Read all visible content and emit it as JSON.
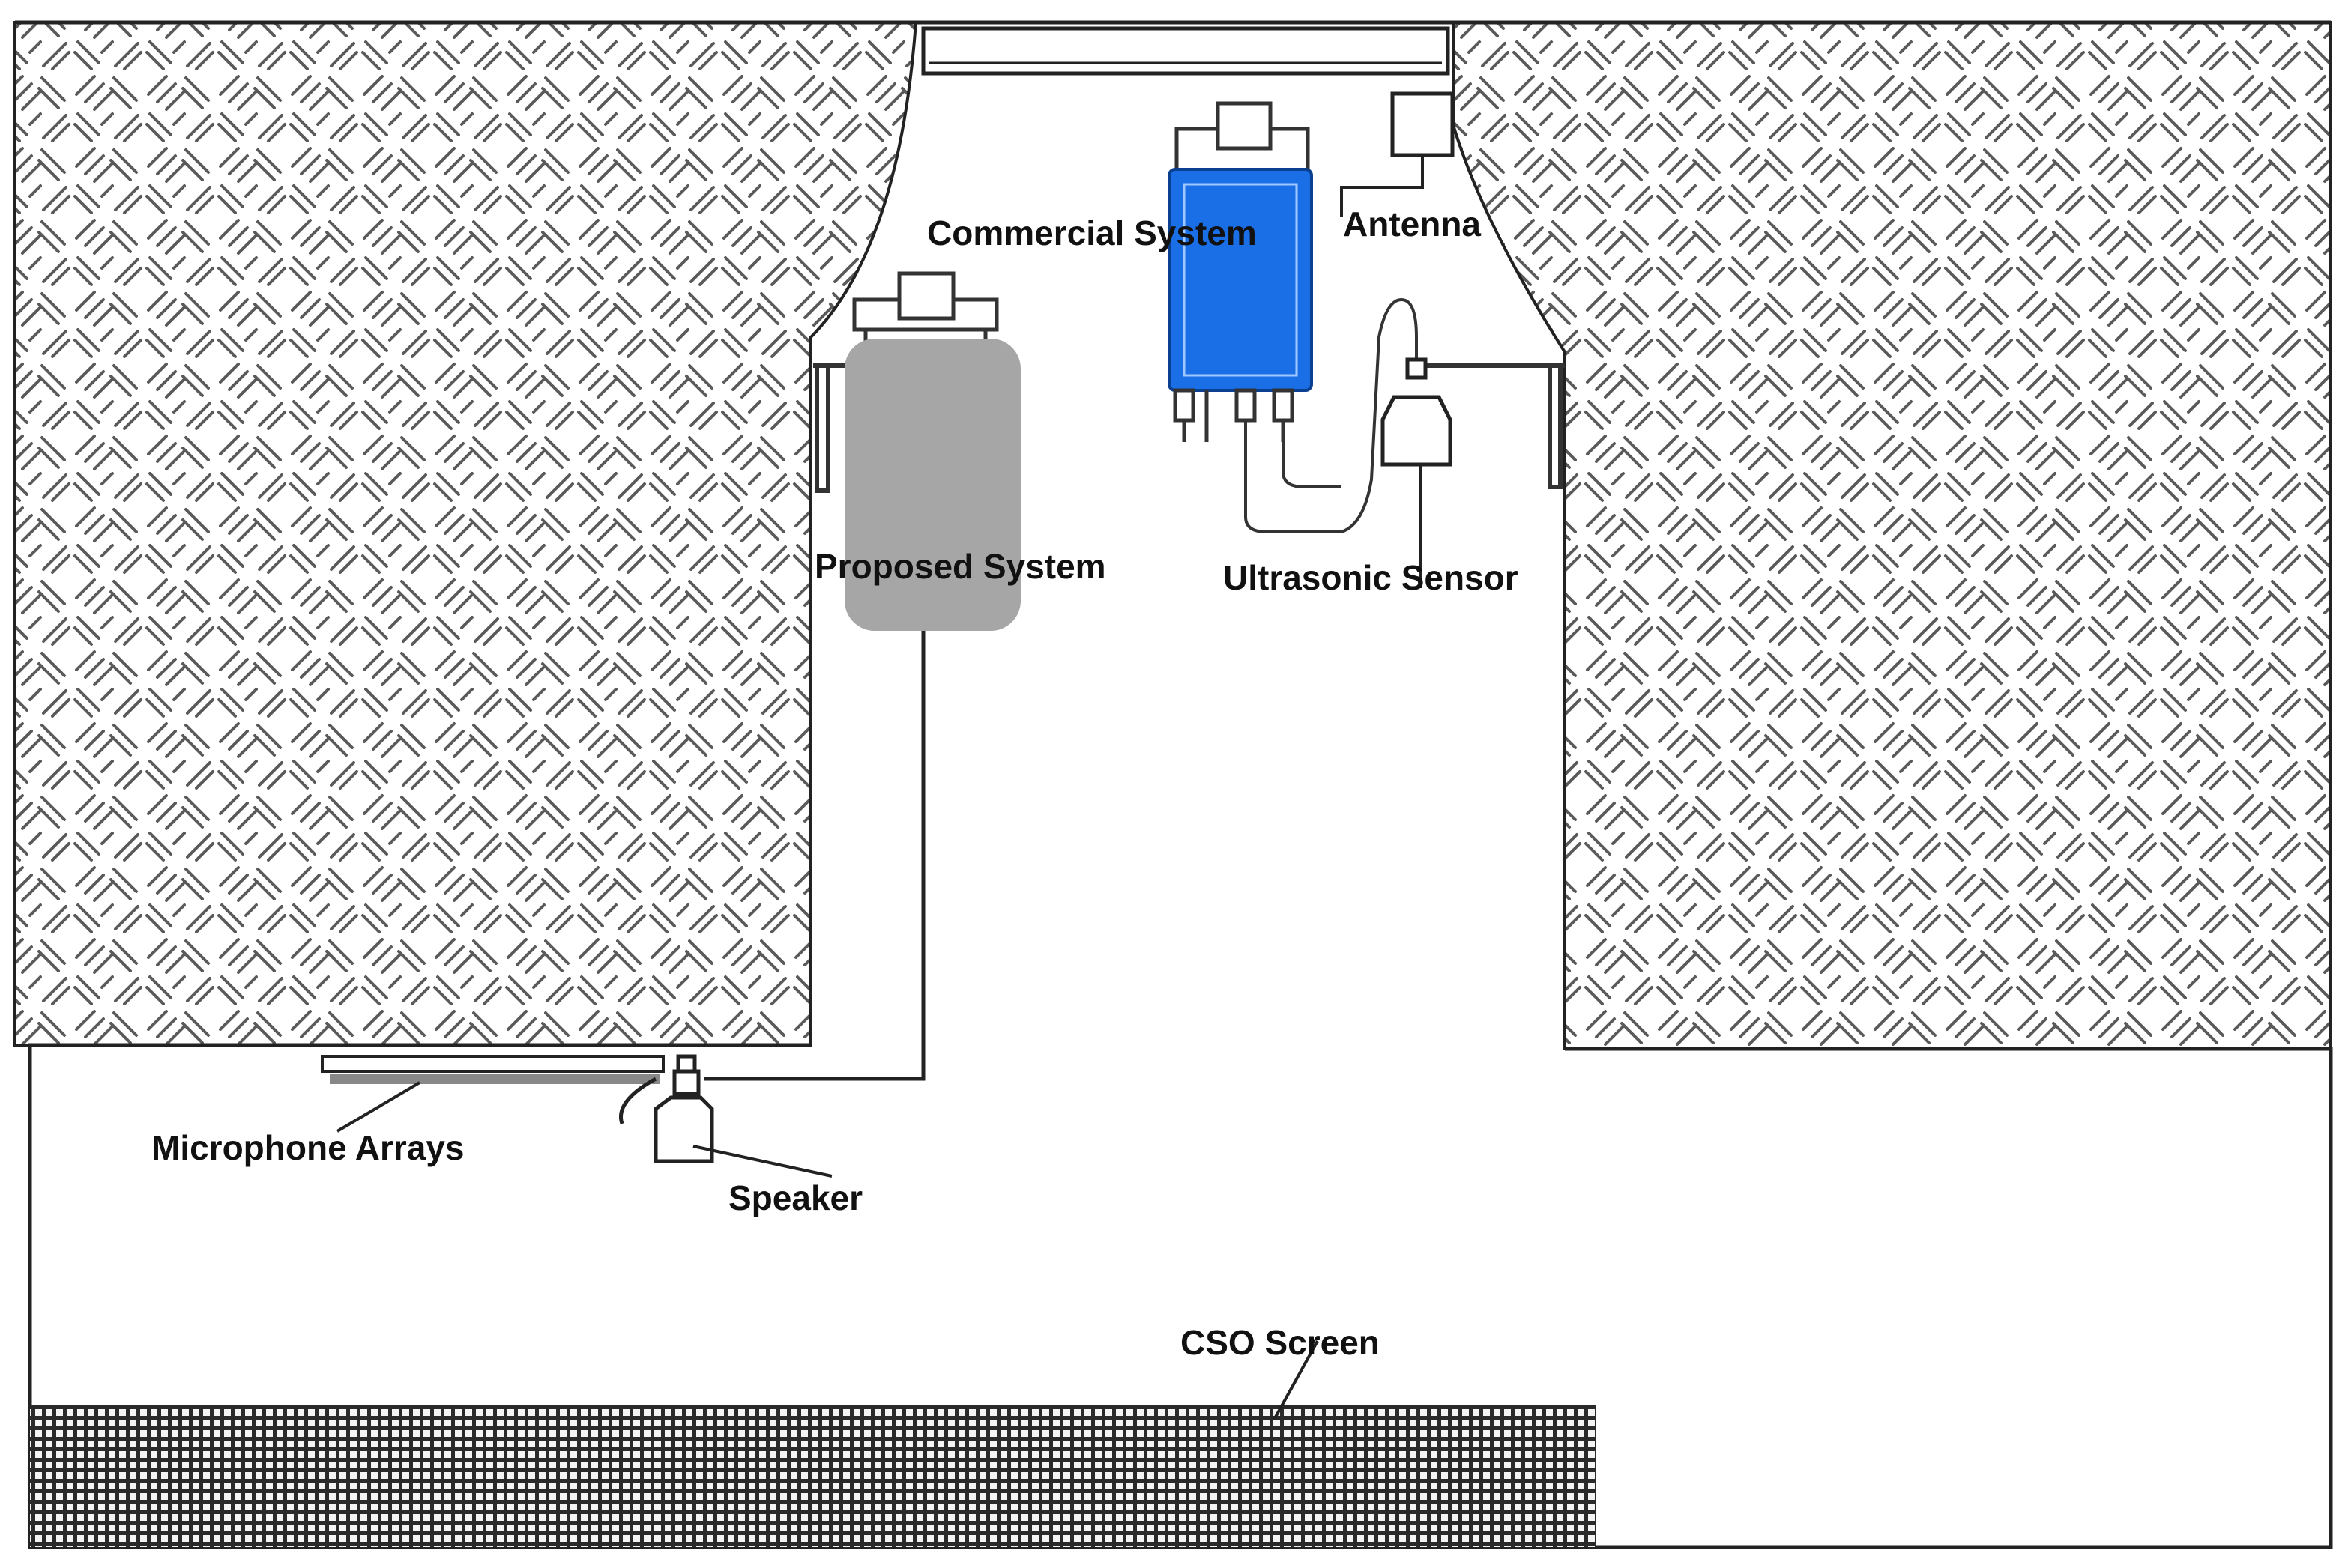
{
  "labels": {
    "commercial_system": "Commercial System",
    "antenna": "Antenna",
    "proposed_system": "Proposed System",
    "ultrasonic_sensor": "Ultrasonic Sensor",
    "microphone_arrays": "Microphone Arrays",
    "speaker": "Speaker",
    "cso_screen": "CSO Screen"
  },
  "colors": {
    "commercial_system": "#1a6fe6",
    "proposed_system": "#a6a6a6",
    "hatch": "#555555",
    "line": "#222222"
  }
}
